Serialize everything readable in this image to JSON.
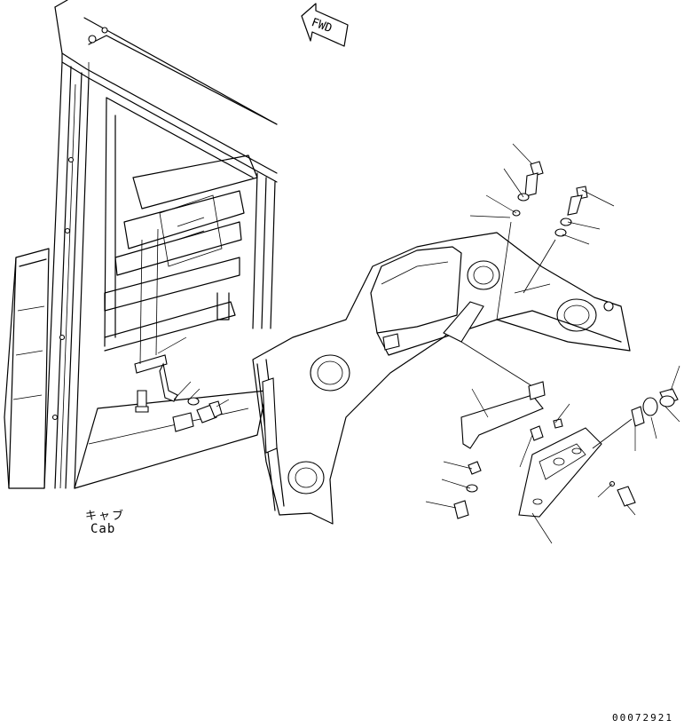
{
  "labels": {
    "cab_jp": "キャブ",
    "cab_en": "Cab",
    "fwd": "FWD",
    "doc_number": "00072921"
  },
  "icons": {
    "fwd_arrow": "fwd-arrow-icon"
  }
}
